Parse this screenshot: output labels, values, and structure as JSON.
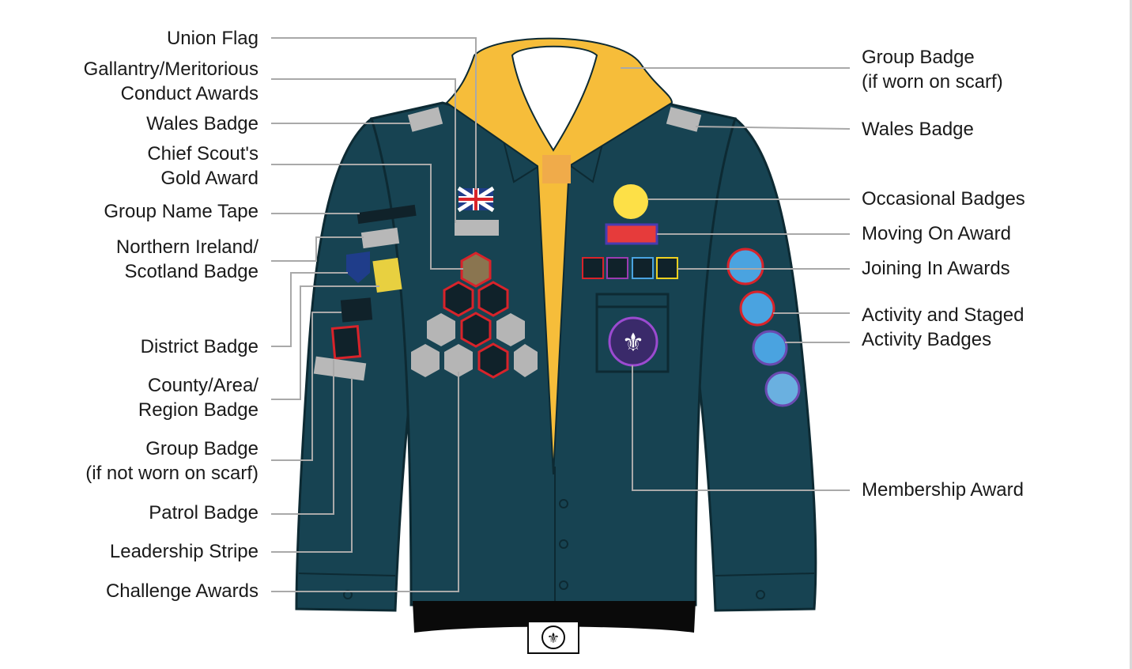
{
  "colors": {
    "shirt": "#174352",
    "scarf": "#f6bd3a",
    "woggle": "#f0ab4a",
    "leader": "#a9a9a9"
  },
  "left_labels": [
    {
      "id": "union-flag",
      "lines": [
        "Union Flag"
      ]
    },
    {
      "id": "gallantry",
      "lines": [
        "Gallantry/Meritorious",
        "Conduct Awards"
      ]
    },
    {
      "id": "wales-left",
      "lines": [
        "Wales Badge"
      ]
    },
    {
      "id": "chief-scout",
      "lines": [
        "Chief Scout's",
        "Gold Award"
      ]
    },
    {
      "id": "group-name-tape",
      "lines": [
        "Group Name Tape"
      ]
    },
    {
      "id": "ni-scotland",
      "lines": [
        "Northern Ireland/",
        "Scotland Badge"
      ]
    },
    {
      "id": "district",
      "lines": [
        "District Badge"
      ]
    },
    {
      "id": "county",
      "lines": [
        "County/Area/",
        "Region Badge"
      ]
    },
    {
      "id": "group-not-scarf",
      "lines": [
        "Group Badge",
        "(if not worn on scarf)"
      ]
    },
    {
      "id": "patrol",
      "lines": [
        "Patrol Badge"
      ]
    },
    {
      "id": "leadership",
      "lines": [
        "Leadership Stripe"
      ]
    },
    {
      "id": "challenge",
      "lines": [
        "Challenge Awards"
      ]
    }
  ],
  "right_labels": [
    {
      "id": "group-scarf",
      "lines": [
        "Group Badge",
        "(if worn on scarf)"
      ]
    },
    {
      "id": "wales-right",
      "lines": [
        "Wales Badge"
      ]
    },
    {
      "id": "occasional",
      "lines": [
        "Occasional Badges"
      ]
    },
    {
      "id": "moving-on",
      "lines": [
        "Moving On Award"
      ]
    },
    {
      "id": "joining-in",
      "lines": [
        "Joining In Awards"
      ]
    },
    {
      "id": "activity",
      "lines": [
        "Activity and Staged",
        "Activity Badges"
      ]
    },
    {
      "id": "membership",
      "lines": [
        "Membership Award"
      ]
    }
  ]
}
